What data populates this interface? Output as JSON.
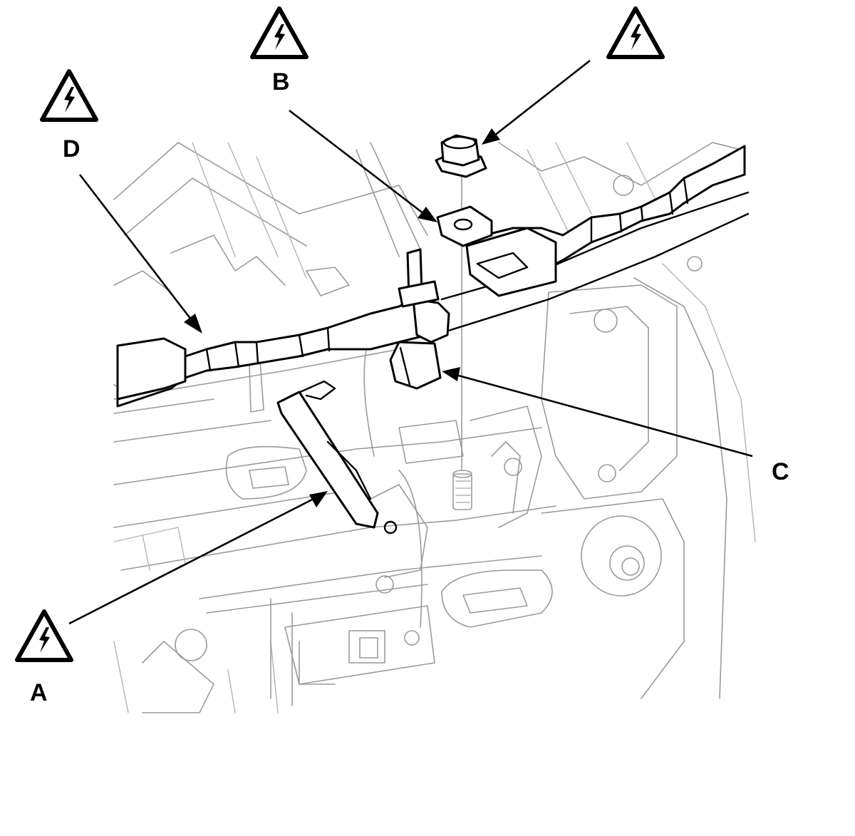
{
  "callouts": {
    "a": {
      "label": "A",
      "icon": "high-voltage-warning-icon"
    },
    "b": {
      "label": "B",
      "icon": "high-voltage-warning-icon"
    },
    "c": {
      "label": "C"
    },
    "d": {
      "label": "D",
      "icon": "high-voltage-warning-icon"
    },
    "nut": {
      "icon": "high-voltage-warning-icon"
    }
  },
  "colors": {
    "line": "#000000",
    "background_lines": "#9a9a9a",
    "background": "#ffffff"
  }
}
